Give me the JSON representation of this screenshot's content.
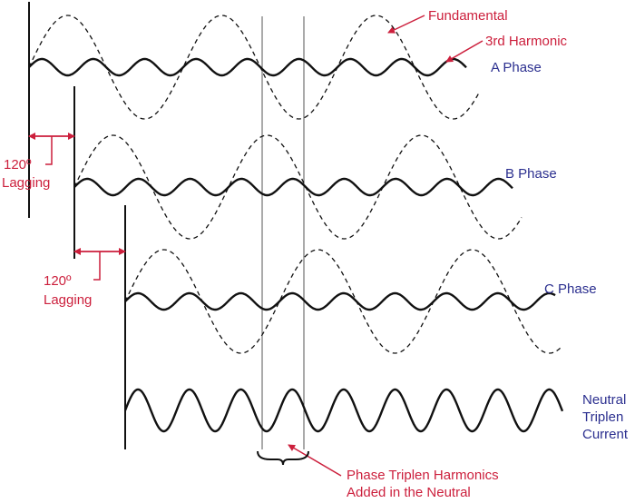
{
  "colors": {
    "red": "#cc1f3c",
    "blue": "#2b2f8f",
    "wave": "#111111",
    "line": "#555555"
  },
  "labels": {
    "fundamental": "Fundamental",
    "third_harmonic": "3rd Harmonic",
    "a_phase": "A Phase",
    "b_phase": "B Phase",
    "c_phase": "C Phase",
    "lag1_degrees": "120º",
    "lag1_text": "Lagging",
    "lag2_degrees": "120º",
    "lag2_text": "Lagging",
    "neutral_line1": "Neutral",
    "neutral_line2": "Triplen",
    "neutral_line3": "Current",
    "bottom_line1": "Phase Triplen Harmonics",
    "bottom_line2": "Added in the Neutral"
  }
}
